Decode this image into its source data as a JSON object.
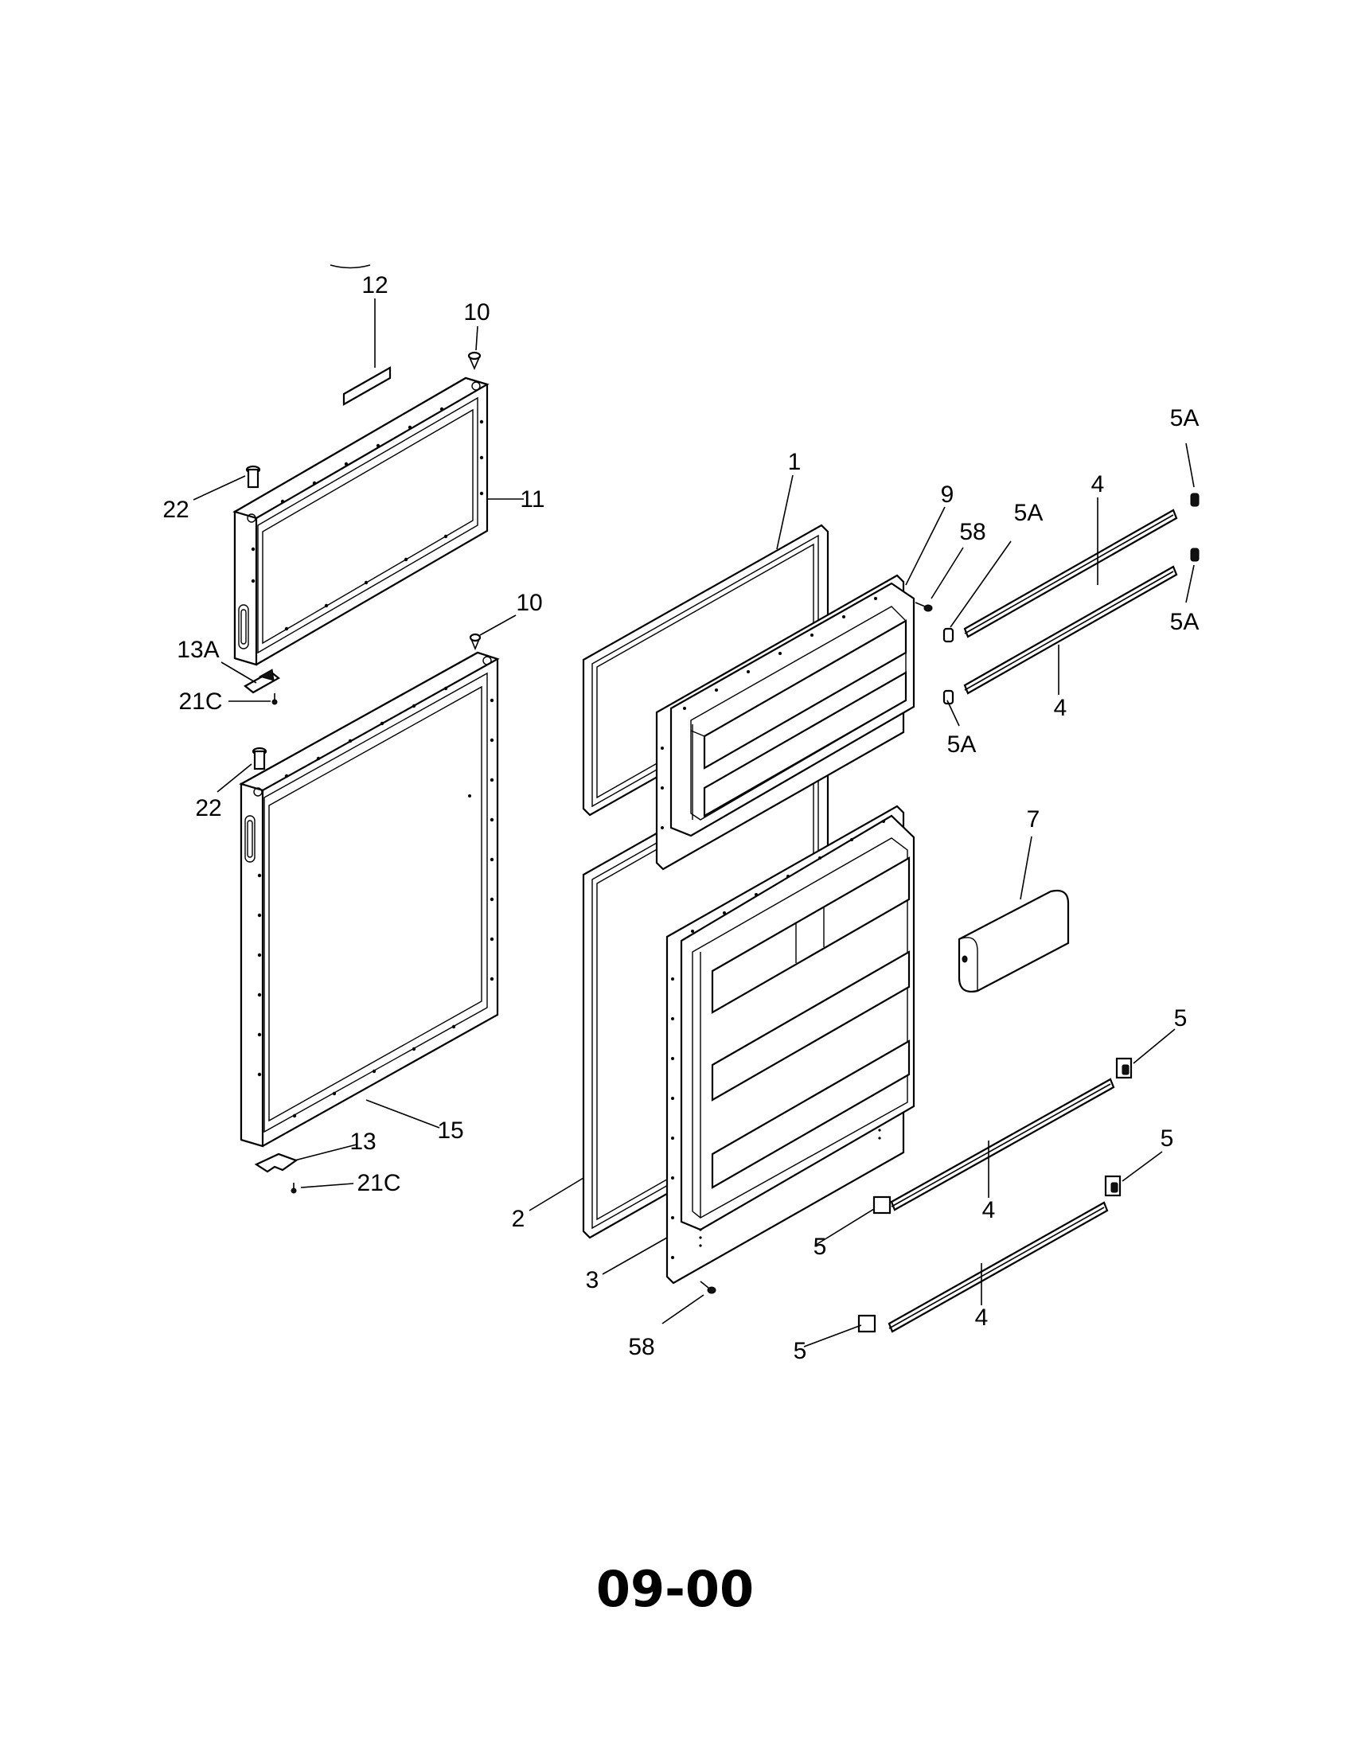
{
  "footer": {
    "code": "09-00"
  },
  "callouts": {
    "c12": "12",
    "c10_top": "10",
    "c22_top": "22",
    "c11": "11",
    "c13A": "13A",
    "c21C_top": "21C",
    "c10_mid": "10",
    "c22_mid": "22",
    "c15": "15",
    "c13": "13",
    "c21C_bot": "21C",
    "c1": "1",
    "c9": "9",
    "c58_top": "58",
    "c5A_a": "5A",
    "c4_a": "4",
    "c5A_top": "5A",
    "c5A_b": "5A",
    "c4_b": "4",
    "c5A_c": "5A",
    "c7": "7",
    "c2": "2",
    "c3": "3",
    "c58_bot": "58",
    "c5_a": "5",
    "c5_b": "5",
    "c4_c": "4",
    "c5_c": "5",
    "c4_d": "4",
    "c5_d": "5"
  }
}
